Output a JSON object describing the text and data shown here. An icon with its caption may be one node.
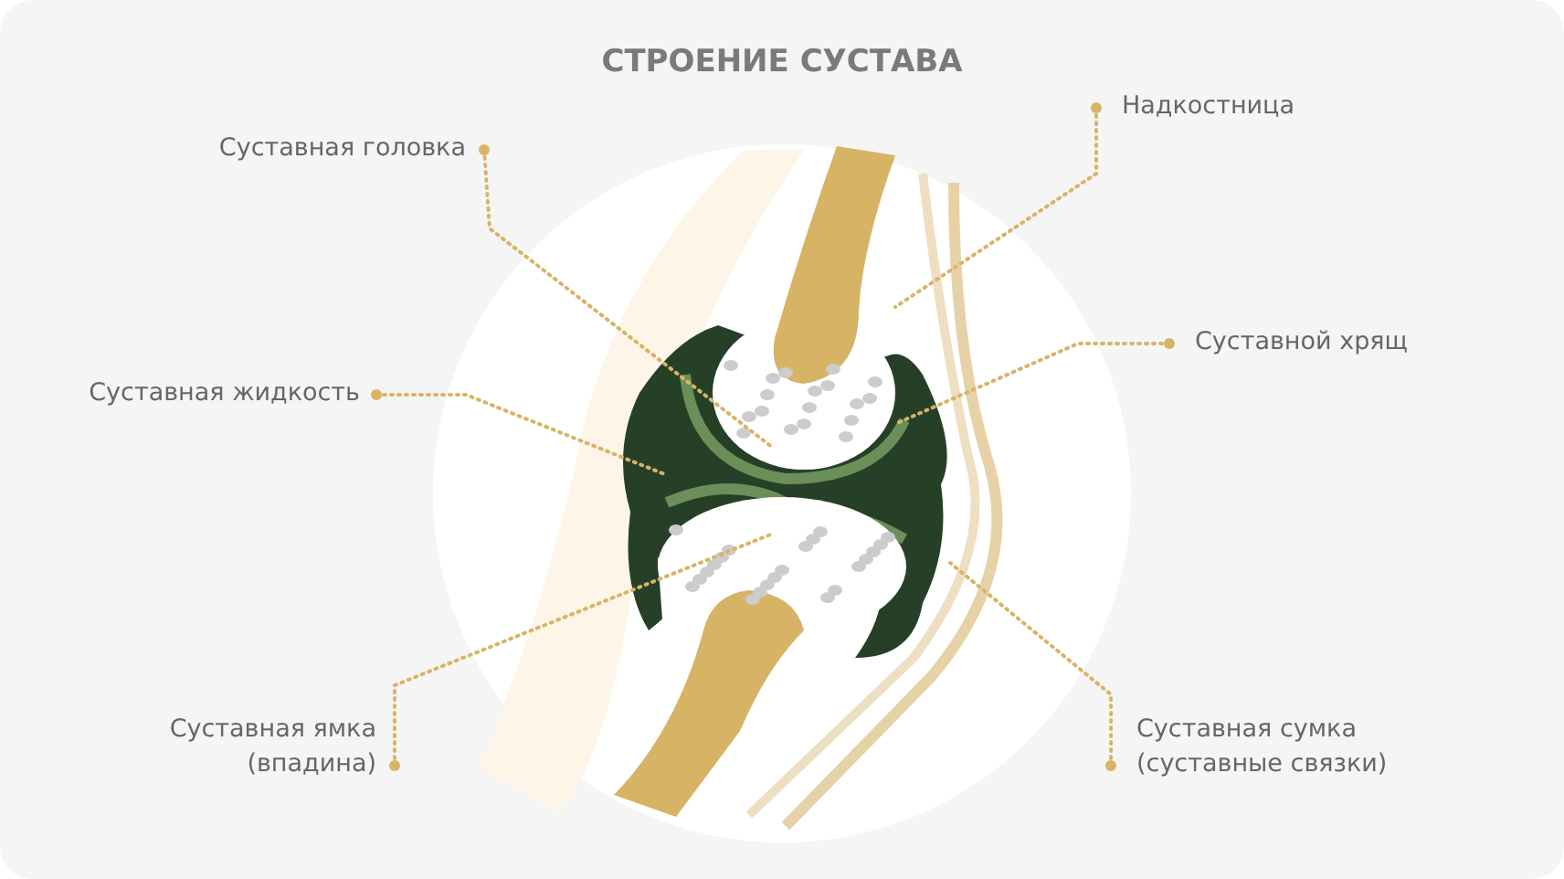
{
  "diagram": {
    "title": "СТРОЕНИЕ СУСТАВА",
    "nodes": [
      {
        "text": [
          "Надкостница"
        ]
      },
      {
        "text": [
          "Суставная головка"
        ]
      },
      {
        "text": [
          "Суставной хрящ"
        ]
      },
      {
        "text": [
          "Суставная жидкость"
        ]
      },
      {
        "text": [
          "Суставная ямка (впадина)"
        ]
      },
      {
        "text": [
          "Суставная сумка (суставные связки)"
        ]
      }
    ],
    "edges": [
      {
        "from": 0,
        "to": null,
        "arrow": "other"
      },
      {
        "from": 1,
        "to": null,
        "arrow": "other"
      },
      {
        "from": 2,
        "to": null,
        "arrow": "other"
      },
      {
        "from": 3,
        "to": null,
        "arrow": "other"
      },
      {
        "from": 4,
        "to": null,
        "arrow": "other"
      },
      {
        "from": 5,
        "to": null,
        "arrow": "other"
      }
    ]
  }
}
